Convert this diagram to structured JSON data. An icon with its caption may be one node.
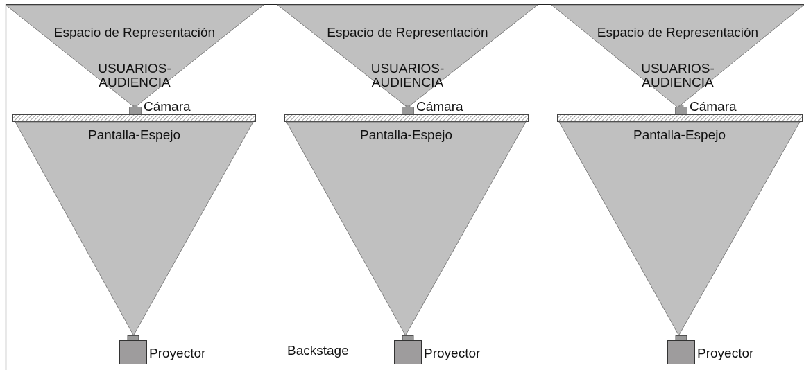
{
  "diagram": {
    "nodes": [
      {
        "text": [
          "Espacio de Representación",
          "USUARIOS- AUDIENCIA"
        ]
      },
      {
        "text": [],
        "shape": "box",
        "beside": [
          "Cámara"
        ]
      },
      {
        "text": [],
        "shape": "bar"
      },
      {
        "text": [
          "Pantalla-Espejo"
        ]
      },
      {
        "text": [],
        "shape": "box",
        "beside": [
          "Proyector"
        ]
      },
      {
        "text": [
          "Espacio de Representación",
          "USUARIOS- AUDIENCIA"
        ]
      },
      {
        "text": [],
        "shape": "box",
        "beside": [
          "Cámara"
        ]
      },
      {
        "text": [],
        "shape": "bar"
      },
      {
        "text": [
          "Pantalla-Espejo"
        ]
      },
      {
        "text": [],
        "shape": "box",
        "beside": [
          "Proyector"
        ]
      },
      {
        "text": [
          "Espacio de Representación",
          "USUARIOS- AUDIENCIA"
        ]
      },
      {
        "text": [],
        "shape": "box",
        "beside": [
          "Cámara"
        ]
      },
      {
        "text": [],
        "shape": "bar"
      },
      {
        "text": [
          "Pantalla-Espejo"
        ]
      },
      {
        "text": [],
        "shape": "box",
        "beside": [
          "Proyector"
        ]
      }
    ],
    "labels": [
      "Backstage"
    ]
  }
}
